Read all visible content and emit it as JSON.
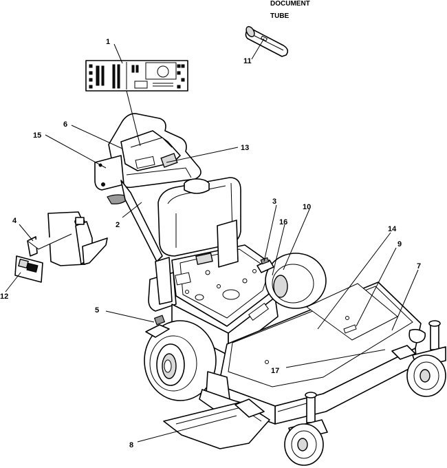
{
  "document_tube_label": {
    "line1": "DOCUMENT",
    "line2": "TUBE"
  },
  "callouts": [
    {
      "id": "c1",
      "text": "1"
    },
    {
      "id": "c2",
      "text": "2"
    },
    {
      "id": "c3",
      "text": "3"
    },
    {
      "id": "c4",
      "text": "4"
    },
    {
      "id": "c5",
      "text": "5"
    },
    {
      "id": "c6",
      "text": "6"
    },
    {
      "id": "c7",
      "text": "7"
    },
    {
      "id": "c8",
      "text": "8"
    },
    {
      "id": "c9",
      "text": "9"
    },
    {
      "id": "c10",
      "text": "10"
    },
    {
      "id": "c11",
      "text": "11"
    },
    {
      "id": "c12",
      "text": "12"
    },
    {
      "id": "c13",
      "text": "13"
    },
    {
      "id": "c14",
      "text": "14"
    },
    {
      "id": "c15",
      "text": "15"
    },
    {
      "id": "c16",
      "text": "16"
    },
    {
      "id": "c17",
      "text": "17"
    }
  ]
}
